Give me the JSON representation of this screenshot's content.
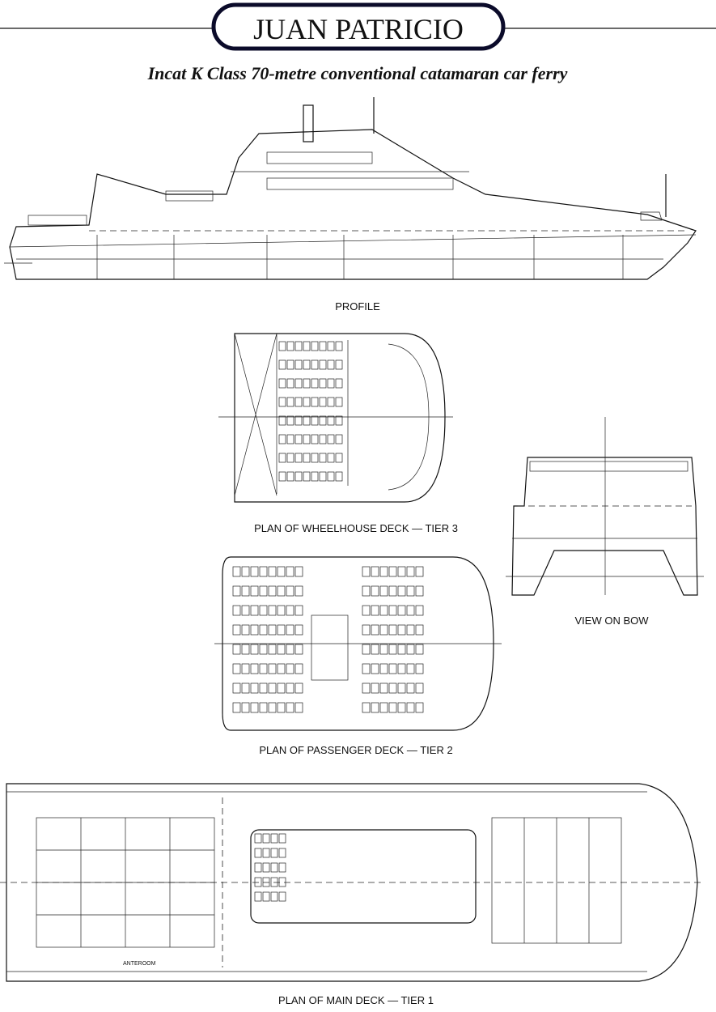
{
  "title": "JUAN PATRICIO",
  "subtitle": "Incat K Class 70-metre conventional catamaran car ferry",
  "drawings": {
    "profile": "PROFILE",
    "wheelhouse": "PLAN OF WHEELHOUSE DECK — TIER 3",
    "bow": "VIEW ON BOW",
    "passenger": "PLAN OF PASSENGER DECK — TIER 2",
    "main": "PLAN OF MAIN DECK — TIER 1",
    "anteroom": "ANTEROOM"
  }
}
